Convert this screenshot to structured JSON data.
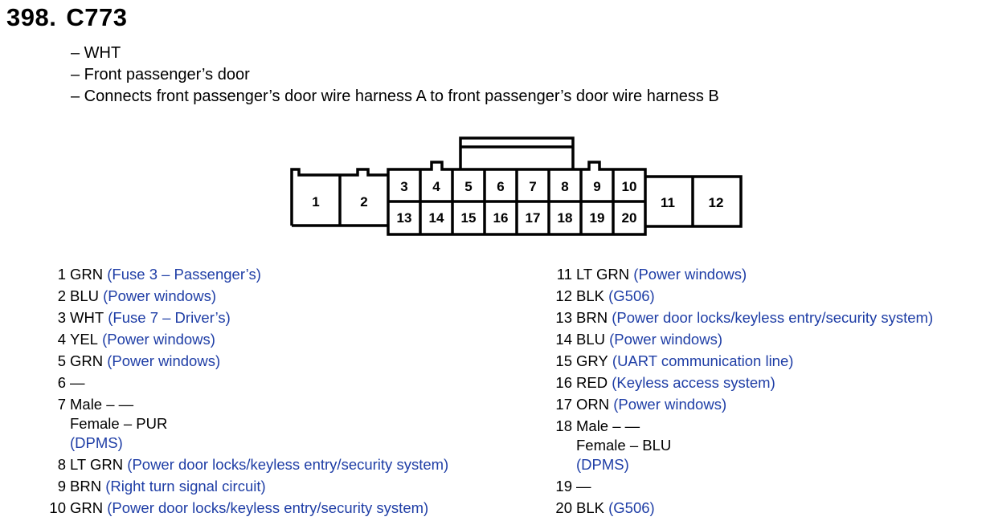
{
  "header": {
    "number": "398.",
    "connector": "C773"
  },
  "description": [
    "– WHT",
    "– Front passenger’s door",
    "– Connects front passenger’s door wire harness A to front passenger’s door wire harness B"
  ],
  "connector_pins": {
    "p1": "1",
    "p2": "2",
    "p3": "3",
    "p4": "4",
    "p5": "5",
    "p6": "6",
    "p7": "7",
    "p8": "8",
    "p9": "9",
    "p10": "10",
    "p11": "11",
    "p12": "12",
    "p13": "13",
    "p14": "14",
    "p15": "15",
    "p16": "16",
    "p17": "17",
    "p18": "18",
    "p19": "19",
    "p20": "20"
  },
  "pins_left": [
    {
      "num": "1",
      "color": "GRN",
      "info": "(Fuse 3 – Passenger’s)"
    },
    {
      "num": "2",
      "color": "BLU",
      "info": "(Power windows)"
    },
    {
      "num": "3",
      "color": "WHT",
      "info": "(Fuse 7 – Driver’s)"
    },
    {
      "num": "4",
      "color": "YEL",
      "info": "(Power windows)"
    },
    {
      "num": "5",
      "color": "GRN",
      "info": "(Power windows)"
    },
    {
      "num": "6",
      "color": "—",
      "info": ""
    },
    {
      "num": "7",
      "male": "Male – —",
      "female": "Female – PUR",
      "info": "(DPMS)"
    },
    {
      "num": "8",
      "color": "LT GRN",
      "info": "(Power door locks/keyless entry/security system)"
    },
    {
      "num": "9",
      "color": "BRN",
      "info": "(Right turn signal circuit)"
    },
    {
      "num": "10",
      "color": "GRN",
      "info": "(Power door locks/keyless entry/security system)"
    }
  ],
  "pins_right": [
    {
      "num": "11",
      "color": "LT GRN",
      "info": "(Power windows)"
    },
    {
      "num": "12",
      "color": "BLK",
      "info": "(G506)"
    },
    {
      "num": "13",
      "color": "BRN",
      "info": "(Power door locks/keyless entry/security system)"
    },
    {
      "num": "14",
      "color": "BLU",
      "info": "(Power windows)"
    },
    {
      "num": "15",
      "color": "GRY",
      "info": "(UART communication line)"
    },
    {
      "num": "16",
      "color": "RED",
      "info": "(Keyless access system)"
    },
    {
      "num": "17",
      "color": "ORN",
      "info": "(Power windows)"
    },
    {
      "num": "18",
      "male": "Male – —",
      "female": "Female – BLU",
      "info": "(DPMS)"
    },
    {
      "num": "19",
      "color": "—",
      "info": ""
    },
    {
      "num": "20",
      "color": "BLK",
      "info": "(G506)"
    }
  ],
  "colors": {
    "info_text": "#1f3ea6",
    "line": "#000000"
  }
}
